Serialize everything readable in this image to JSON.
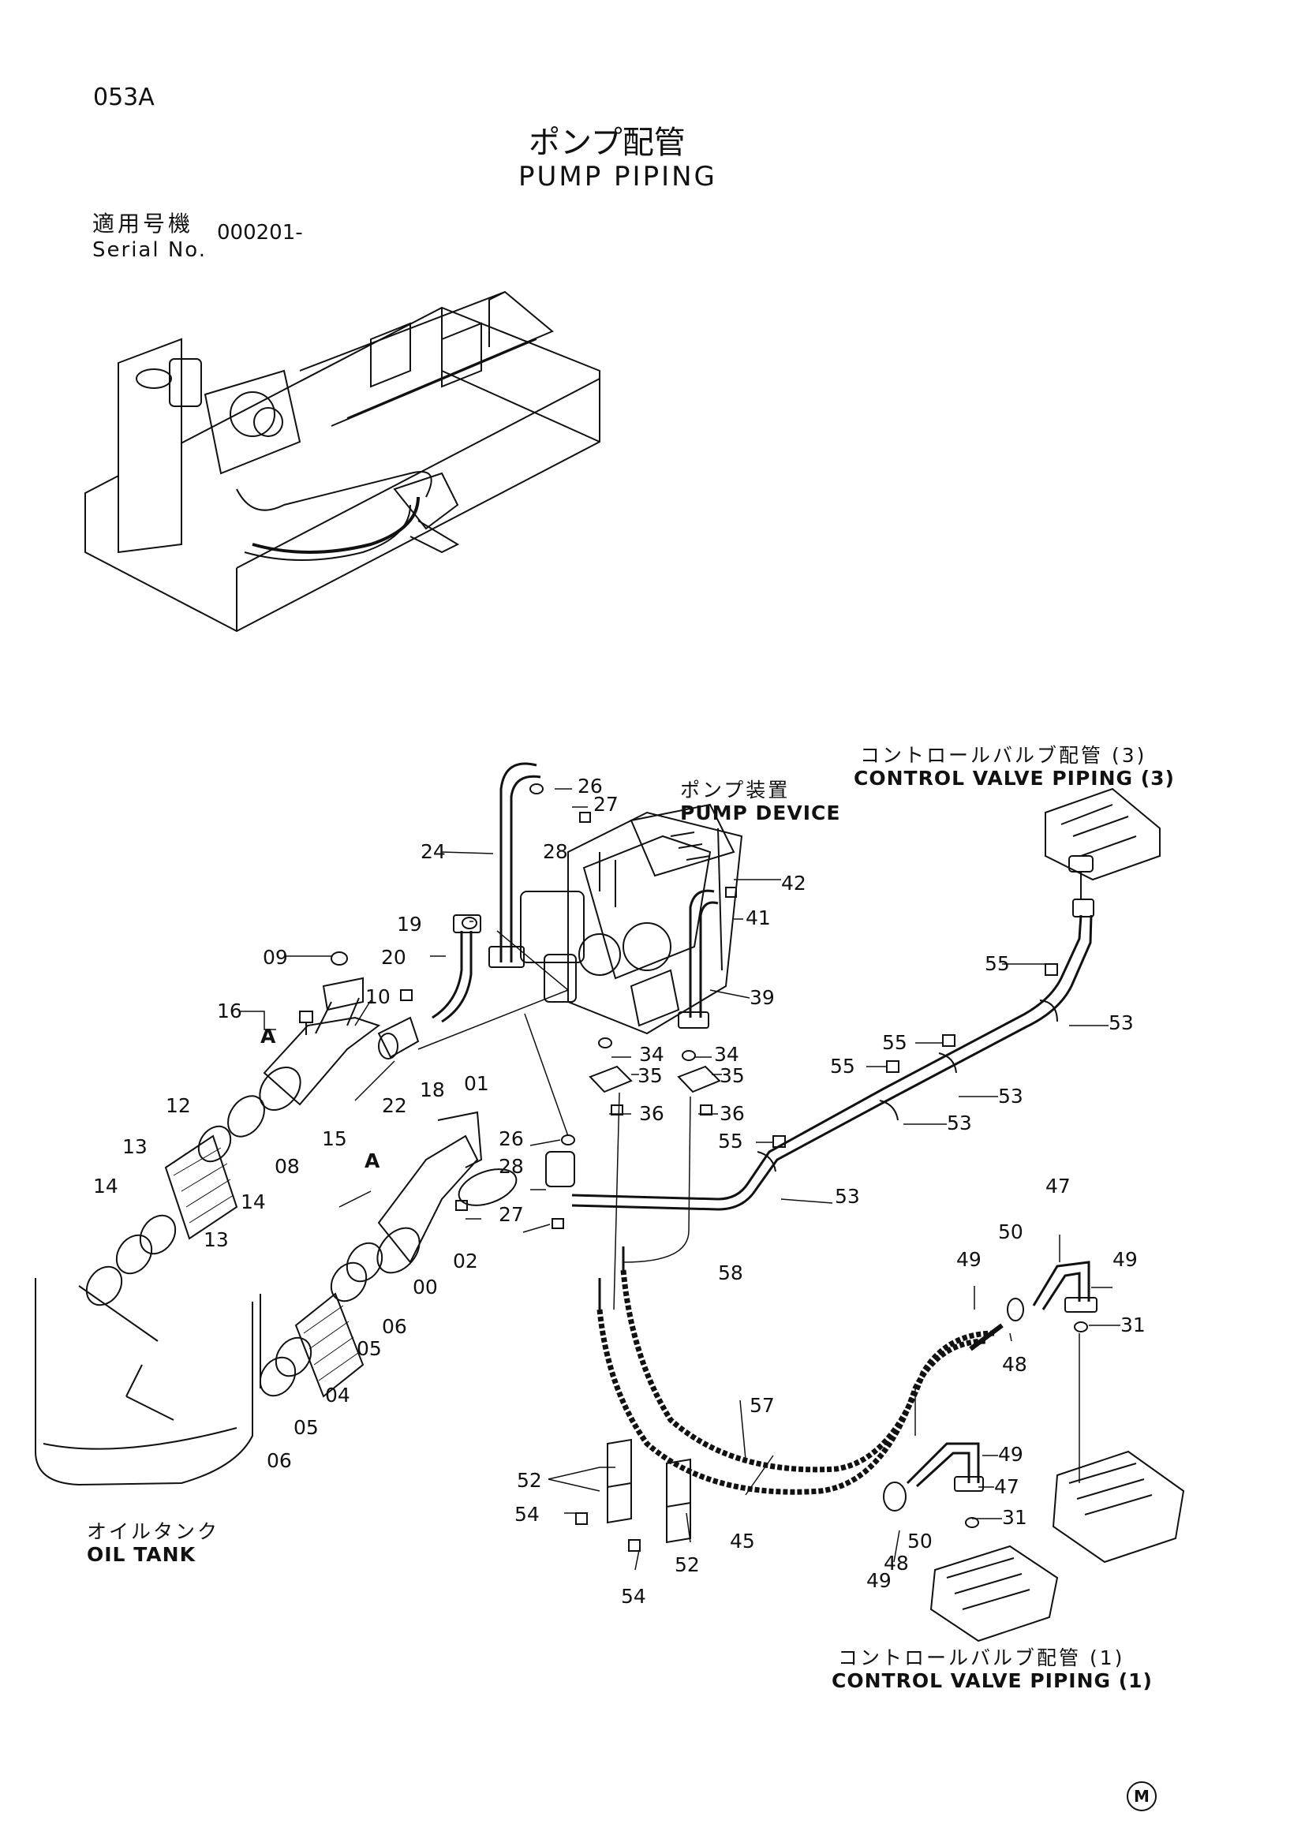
{
  "header": {
    "code": "053A",
    "title_ja": "ポンプ配管",
    "title_en": "PUMP PIPING",
    "serial_label_ja": "適用号機",
    "serial_label_en": "Serial No.",
    "serial_value": "000201-"
  },
  "labels": {
    "pump_device_ja": "ポンプ装置",
    "pump_device_en": "PUMP DEVICE",
    "cv3_ja": "コントロールバルブ配管 (3)",
    "cv3_en": "CONTROL VALVE PIPING (3)",
    "cv1_ja": "コントロールバルブ配管 (1)",
    "cv1_en": "CONTROL VALVE PIPING (1)",
    "oil_tank_ja": "オイルタンク",
    "oil_tank_en": "OIL TANK",
    "ref_a": "A",
    "mark": "M"
  },
  "parts": {
    "p00": "00",
    "p01": "01",
    "p02": "02",
    "p04": "04",
    "p05a": "05",
    "p05b": "05",
    "p06a": "06",
    "p06b": "06",
    "p08": "08",
    "p09": "09",
    "p10": "10",
    "p12": "12",
    "p13a": "13",
    "p13b": "13",
    "p14a": "14",
    "p14b": "14",
    "p15": "15",
    "p16": "16",
    "p18": "18",
    "p19": "19",
    "p20": "20",
    "p22": "22",
    "p24": "24",
    "p26a": "26",
    "p26b": "26",
    "p27a": "27",
    "p27b": "27",
    "p28a": "28",
    "p28b": "28",
    "p31a": "31",
    "p31b": "31",
    "p34a": "34",
    "p34b": "34",
    "p35a": "35",
    "p35b": "35",
    "p36a": "36",
    "p36b": "36",
    "p39": "39",
    "p41": "41",
    "p42": "42",
    "p45": "45",
    "p47a": "47",
    "p47b": "47",
    "p48a": "48",
    "p48b": "48",
    "p49a": "49",
    "p49b": "49",
    "p49c": "49",
    "p49d": "49",
    "p50a": "50",
    "p50b": "50",
    "p52a": "52",
    "p52b": "52",
    "p53a": "53",
    "p53b": "53",
    "p53c": "53",
    "p53d": "53",
    "p54a": "54",
    "p54b": "54",
    "p55a": "55",
    "p55b": "55",
    "p55c": "55",
    "p55d": "55",
    "p57": "57",
    "p58": "58"
  }
}
